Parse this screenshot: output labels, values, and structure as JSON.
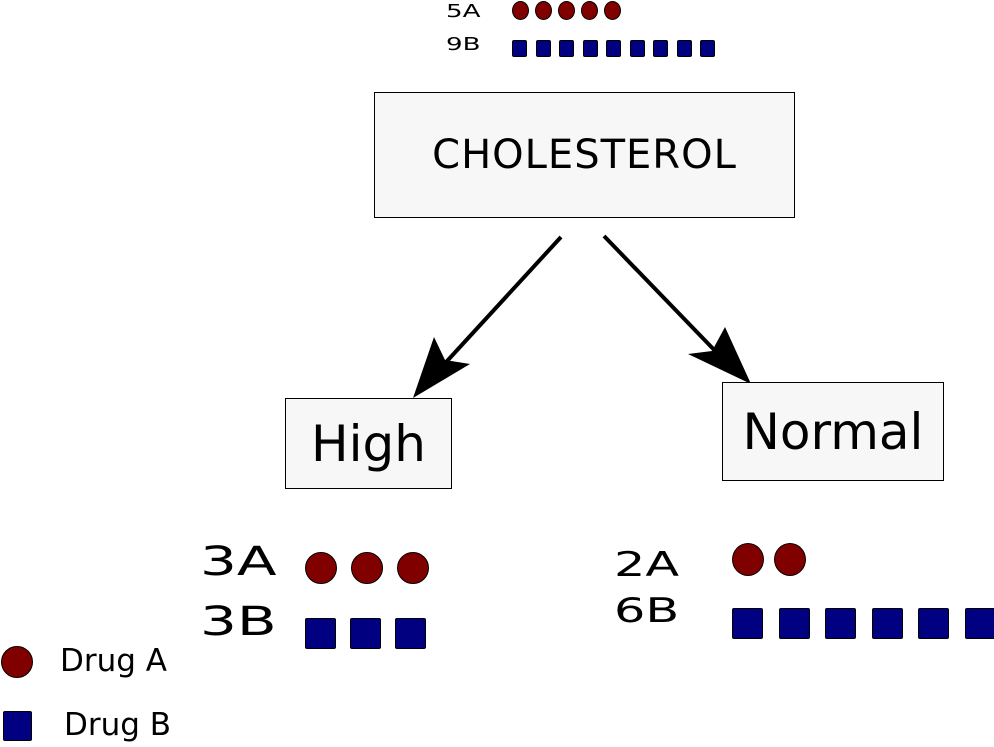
{
  "root": {
    "label": "CHOLESTEROL",
    "count_a": {
      "label": "5A",
      "n": 5
    },
    "count_b": {
      "label": "9B",
      "n": 9
    }
  },
  "branches": [
    {
      "label": "High",
      "count_a": {
        "label": "3A",
        "n": 3
      },
      "count_b": {
        "label": "3B",
        "n": 3
      }
    },
    {
      "label": "Normal",
      "count_a": {
        "label": "2A",
        "n": 2
      },
      "count_b": {
        "label": "6B",
        "n": 6
      }
    }
  ],
  "legend": [
    {
      "shape": "circle",
      "label": "Drug A",
      "color": "#800000"
    },
    {
      "shape": "square",
      "label": "Drug B",
      "color": "#000080"
    }
  ]
}
